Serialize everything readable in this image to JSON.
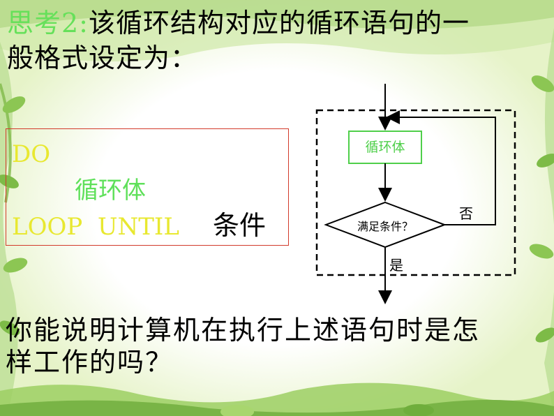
{
  "title": {
    "prefix": "思考2:",
    "text_line1": "该循环结构对应的循环语句的一",
    "text_line2": "般格式设定为："
  },
  "code": {
    "do": "DO",
    "body": "循环体",
    "loop_until": "LOOP  UNTIL",
    "condition": "条件"
  },
  "flowchart": {
    "body_box": "循环体",
    "decision": "满足条件？",
    "no_label": "否",
    "yes_label": "是"
  },
  "question": {
    "line1": "你能说明计算机在执行上述语句时是怎",
    "line2": "样工作的吗？"
  },
  "colors": {
    "title_accent": "#66e05a",
    "keyword_yellow": "#e8e830",
    "body_green": "#5fe05a",
    "box_border": "#d23a2a",
    "flow_green": "#4fcf4a"
  }
}
